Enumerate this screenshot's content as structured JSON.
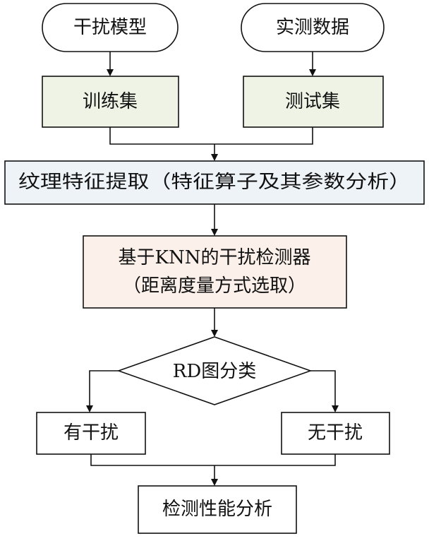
{
  "nodes": {
    "interference_model": {
      "label": "干扰模型",
      "fill": "#ffffff"
    },
    "measured_data": {
      "label": "实测数据",
      "fill": "#ffffff"
    },
    "training_set": {
      "label": "训练集",
      "fill": "#eef3e6"
    },
    "test_set": {
      "label": "测试集",
      "fill": "#eef3e6"
    },
    "texture_feature": {
      "label": "纹理特征提取（特征算子及其参数分析）",
      "fill": "#eef3f8"
    },
    "knn_detector": {
      "line1": "基于KNN的干扰检测器",
      "line2": "（距离度量方式选取）",
      "fill": "#fbf0ea"
    },
    "rd_classify": {
      "label": "RD图分类",
      "fill": "#ffffff"
    },
    "has_interference": {
      "label": "有干扰",
      "fill": "#ffffff"
    },
    "no_interference": {
      "label": "无干扰",
      "fill": "#ffffff"
    },
    "performance": {
      "label": "检测性能分析",
      "fill": "#ffffff"
    }
  },
  "edges": [
    {
      "from": "interference_model",
      "to": "training_set"
    },
    {
      "from": "measured_data",
      "to": "test_set"
    },
    {
      "from": "training_set",
      "to": "texture_feature"
    },
    {
      "from": "test_set",
      "to": "texture_feature"
    },
    {
      "from": "texture_feature",
      "to": "knn_detector"
    },
    {
      "from": "knn_detector",
      "to": "rd_classify"
    },
    {
      "from": "rd_classify",
      "to": "has_interference"
    },
    {
      "from": "rd_classify",
      "to": "no_interference"
    },
    {
      "from": "has_interference",
      "to": "performance"
    },
    {
      "from": "no_interference",
      "to": "performance"
    }
  ]
}
